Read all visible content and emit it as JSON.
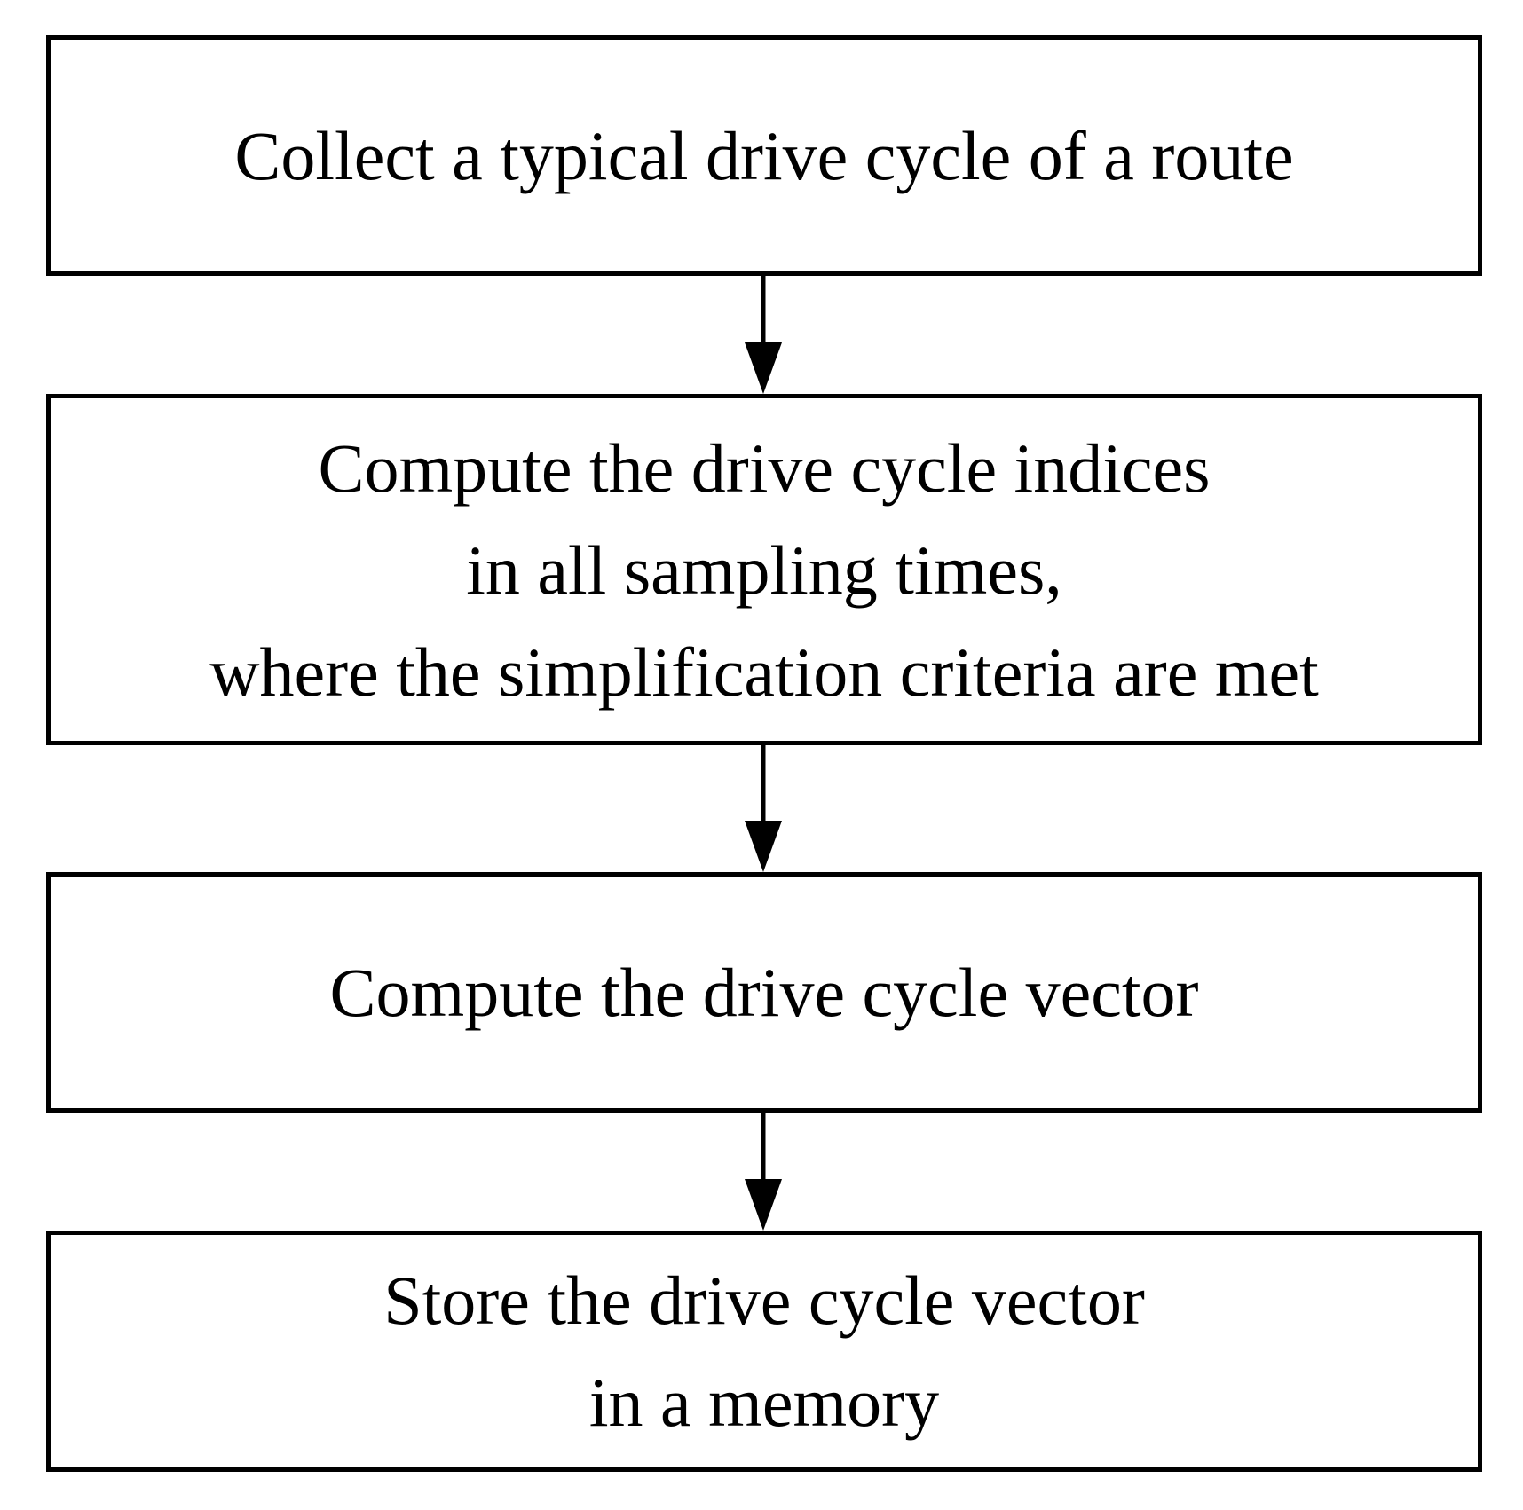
{
  "diagram": {
    "type": "flowchart",
    "background_color": "#ffffff",
    "line_color": "#000000",
    "steps": [
      {
        "id": "step-1",
        "lines": [
          "Collect a typical drive cycle of a route"
        ]
      },
      {
        "id": "step-2",
        "lines": [
          "Compute the drive cycle indices",
          "in all sampling times,",
          "where the simplification criteria are met"
        ]
      },
      {
        "id": "step-3",
        "lines": [
          "Compute the drive cycle vector"
        ]
      },
      {
        "id": "step-4",
        "lines": [
          "Store the drive cycle vector",
          "in a memory"
        ]
      }
    ],
    "connectors": [
      {
        "name": "arrow-1",
        "from": "step-1",
        "to": "step-2",
        "direction": "down"
      },
      {
        "name": "arrow-2",
        "from": "step-2",
        "to": "step-3",
        "direction": "down"
      },
      {
        "name": "arrow-3",
        "from": "step-3",
        "to": "step-4",
        "direction": "down"
      }
    ]
  }
}
